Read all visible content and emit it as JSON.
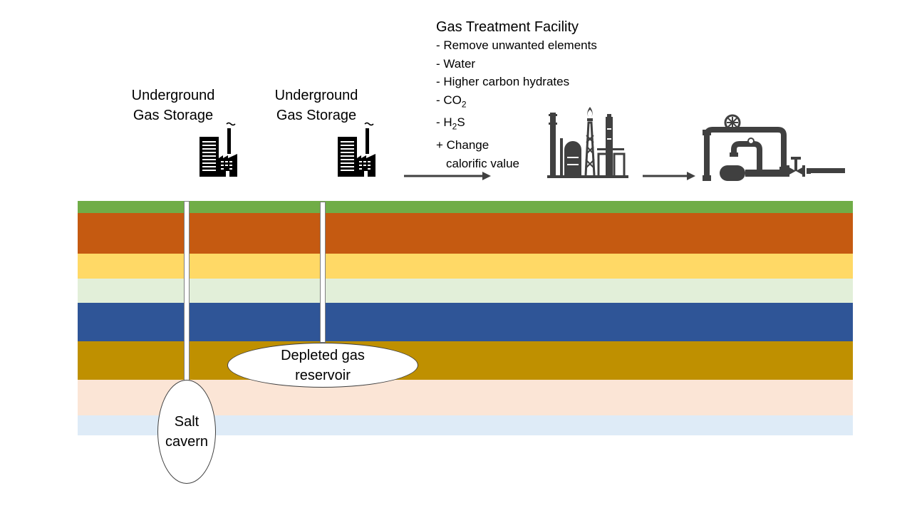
{
  "storage_sites": [
    {
      "line1": "Underground",
      "line2": "Gas Storage"
    },
    {
      "line1": "Underground",
      "line2": "Gas Storage"
    }
  ],
  "treatment": {
    "title": "Gas Treatment Facility",
    "items": [
      {
        "prefix": "- Remove unwanted elements"
      },
      {
        "prefix": "- Water"
      },
      {
        "prefix": "- Higher carbon hydrates"
      },
      {
        "prefix": "- CO",
        "sub": "2",
        "suffix": ""
      },
      {
        "prefix": "- H",
        "sub": "2",
        "suffix": "S"
      },
      {
        "prefix": "+ Change"
      },
      {
        "prefix": "calorific value"
      }
    ]
  },
  "reservoirs": {
    "depleted": {
      "line1": "Depleted gas",
      "line2": "reservoir"
    },
    "salt": {
      "line1": "Salt",
      "line2": "cavern"
    }
  },
  "layer_colors": [
    "#70ad47",
    "#c55a11",
    "#ffd966",
    "#e2efd9",
    "#2f5597",
    "#bf9000",
    "#fbe5d6",
    "#deebf7"
  ],
  "icons": [
    "factory-icon",
    "factory-icon",
    "refinery-icon",
    "pipeline-valve-icon",
    "arrow-right-icon"
  ]
}
